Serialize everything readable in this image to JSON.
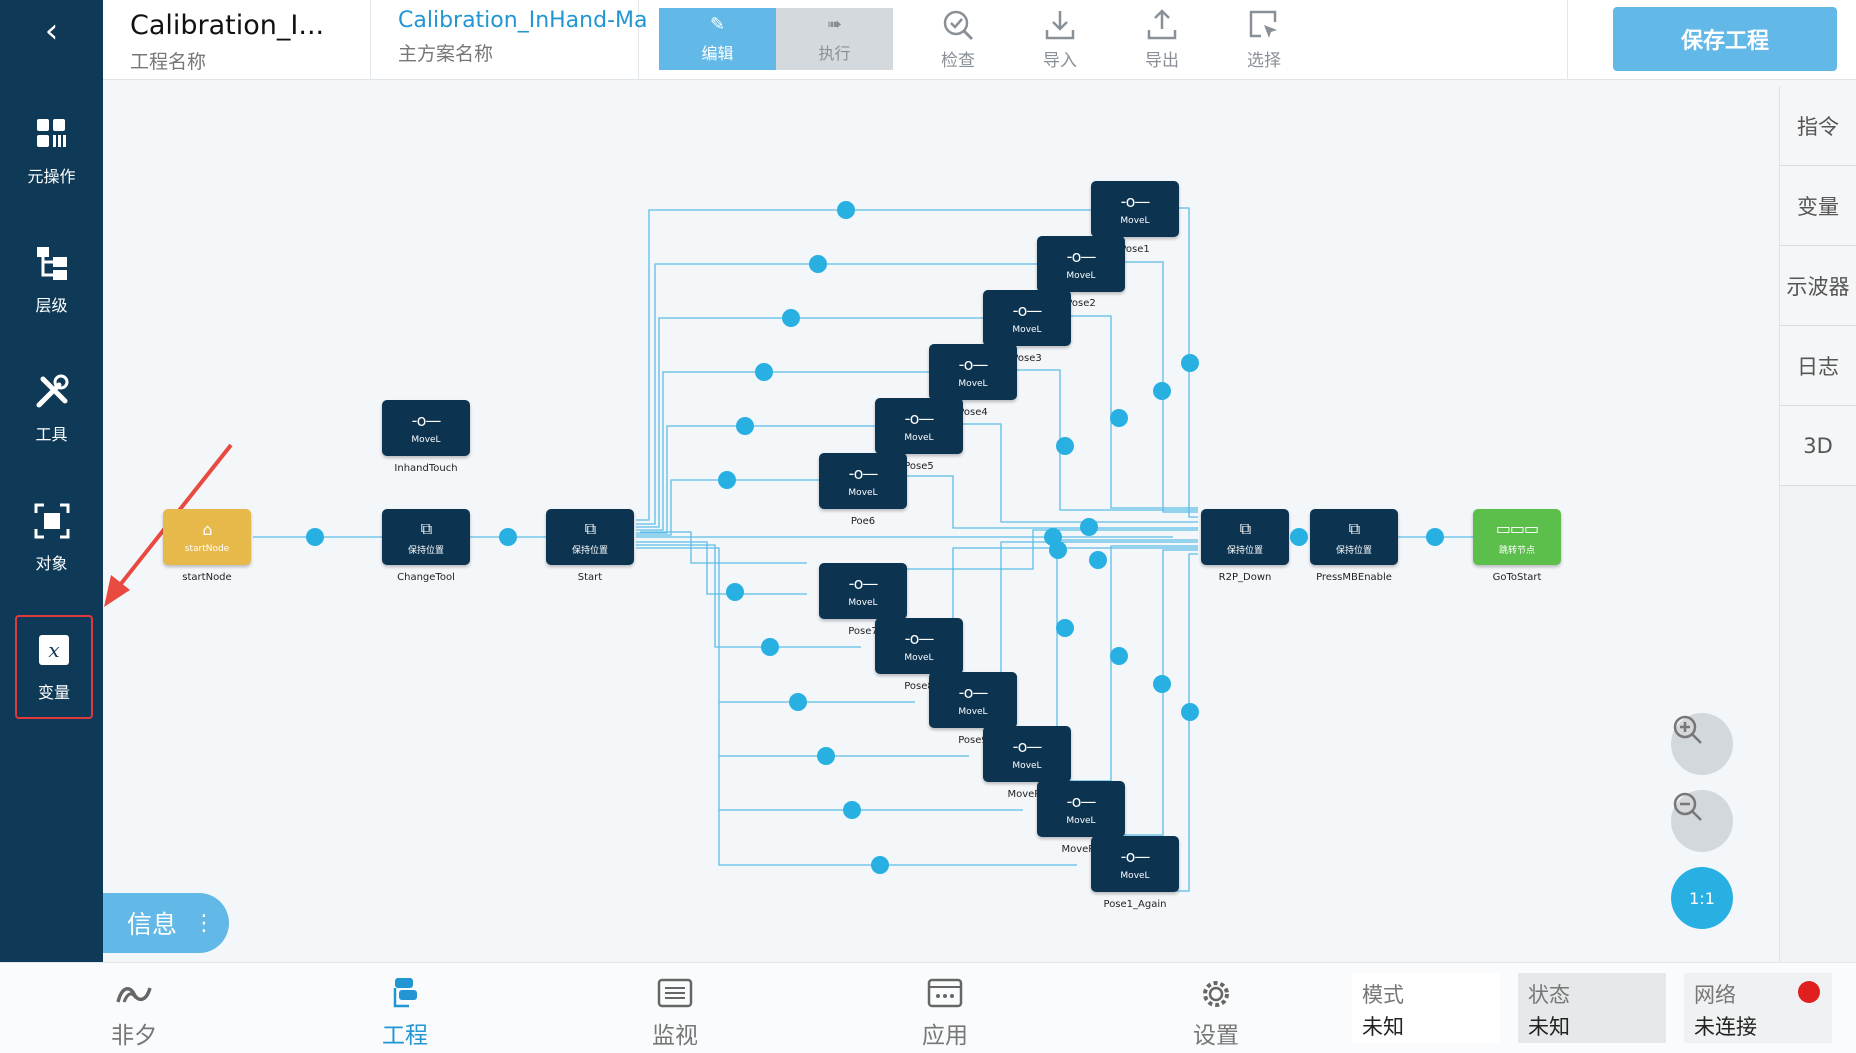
{
  "sidebar": {
    "back": "‹",
    "items": [
      {
        "label": "元操作"
      },
      {
        "label": "层级"
      },
      {
        "label": "工具"
      },
      {
        "label": "对象"
      },
      {
        "label": "变量"
      }
    ]
  },
  "topbar": {
    "project_title": "Calibration_I...",
    "project_sub": "工程名称",
    "scheme_title": "Calibration_InHand-Ma",
    "scheme_sub": "主方案名称",
    "mode_edit": "编辑",
    "mode_run": "执行",
    "tools": [
      "检查",
      "导入",
      "导出",
      "选择"
    ],
    "save": "保存工程"
  },
  "rightpanel": [
    "指令",
    "变量",
    "示波器",
    "日志",
    "3D"
  ],
  "nodes": {
    "startNode": {
      "type": "startNode",
      "label": "startNode"
    },
    "InhandTouch": {
      "type": "MoveL",
      "label": "InhandTouch"
    },
    "ChangeTool": {
      "type": "保持位置",
      "label": "ChangeTool"
    },
    "Start": {
      "type": "保持位置",
      "label": "Start"
    },
    "Pose1": {
      "type": "MoveL",
      "label": "Pose1"
    },
    "Pose2": {
      "type": "MoveL",
      "label": "Pose2"
    },
    "Pose3": {
      "type": "MoveL",
      "label": "Pose3"
    },
    "Pose4": {
      "type": "MoveL",
      "label": "Pose4"
    },
    "Pose5": {
      "type": "MoveL",
      "label": "Pose5"
    },
    "Poe6": {
      "type": "MoveL",
      "label": "Poe6"
    },
    "Pose7": {
      "type": "MoveL",
      "label": "Pose7"
    },
    "Pose8": {
      "type": "MoveL",
      "label": "Pose8"
    },
    "Pose9": {
      "type": "MoveL",
      "label": "Pose9"
    },
    "MoveRz1": {
      "type": "MoveL",
      "label": "MoveRz"
    },
    "MoveRz2": {
      "type": "MoveL",
      "label": "MoveRz"
    },
    "Pose1_Again": {
      "type": "MoveL",
      "label": "Pose1_Again"
    },
    "R2P_Down": {
      "type": "保持位置",
      "label": "R2P_Down"
    },
    "PressMBEnable": {
      "type": "保持位置",
      "label": "PressMBEnable"
    },
    "GoToStart": {
      "type": "跳转节点",
      "label": "GoToStart"
    }
  },
  "zoom": {
    "reset": "1:1"
  },
  "info": {
    "label": "信息",
    "menu": "⋮"
  },
  "bottombar": {
    "nav": [
      "非夕",
      "工程",
      "监视",
      "应用",
      "设置"
    ],
    "mode": {
      "label": "模式",
      "value": "未知"
    },
    "state": {
      "label": "状态",
      "value": "未知"
    },
    "network": {
      "label": "网络",
      "value": "未连接"
    }
  },
  "colors": {
    "sidebar": "#0f3a57",
    "accent": "#62b8e6",
    "node": "#0c3350",
    "link": "#29b0e3",
    "alert": "#e0201f",
    "start": "#e6b94a",
    "goto": "#5cbf4c"
  }
}
